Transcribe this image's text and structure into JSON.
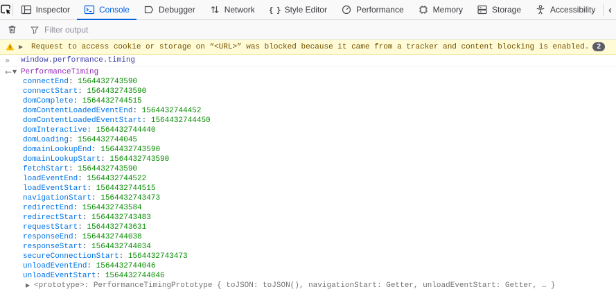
{
  "tabbar": {
    "active_tab": "Console",
    "tabs": [
      {
        "label": "Inspector"
      },
      {
        "label": "Console"
      },
      {
        "label": "Debugger"
      },
      {
        "label": "Network"
      },
      {
        "label": "Style Editor"
      },
      {
        "label": "Performance"
      },
      {
        "label": "Memory"
      },
      {
        "label": "Storage"
      },
      {
        "label": "Accessibility"
      }
    ]
  },
  "console_toolbar": {
    "filter_placeholder": "Filter output"
  },
  "icons": {
    "expand_twisty": "▶",
    "collapse_twisty": "▼",
    "command_prompt": "»",
    "result_arrow": "←",
    "style_editor_glyph": "{ }",
    "overflow_chevron": "‹"
  },
  "messages": {
    "warning": {
      "text": "Request to access cookie or storage on “<URL>” was blocked because it came from a tracker and content blocking is enabled.",
      "count_badge": "2"
    },
    "command": {
      "expression": "window.performance.timing"
    },
    "result": {
      "object_class": "PerformanceTiming",
      "properties": [
        {
          "name": "connectEnd",
          "value": "1564432743590"
        },
        {
          "name": "connectStart",
          "value": "1564432743590"
        },
        {
          "name": "domComplete",
          "value": "1564432744515"
        },
        {
          "name": "domContentLoadedEventEnd",
          "value": "1564432744452"
        },
        {
          "name": "domContentLoadedEventStart",
          "value": "1564432744450"
        },
        {
          "name": "domInteractive",
          "value": "1564432744440"
        },
        {
          "name": "domLoading",
          "value": "1564432744045"
        },
        {
          "name": "domainLookupEnd",
          "value": "1564432743590"
        },
        {
          "name": "domainLookupStart",
          "value": "1564432743590"
        },
        {
          "name": "fetchStart",
          "value": "1564432743590"
        },
        {
          "name": "loadEventEnd",
          "value": "1564432744522"
        },
        {
          "name": "loadEventStart",
          "value": "1564432744515"
        },
        {
          "name": "navigationStart",
          "value": "1564432743473"
        },
        {
          "name": "redirectEnd",
          "value": "1564432743584"
        },
        {
          "name": "redirectStart",
          "value": "1564432743483"
        },
        {
          "name": "requestStart",
          "value": "1564432743631"
        },
        {
          "name": "responseEnd",
          "value": "1564432744038"
        },
        {
          "name": "responseStart",
          "value": "1564432744034"
        },
        {
          "name": "secureConnectionStart",
          "value": "1564432743473"
        },
        {
          "name": "unloadEventEnd",
          "value": "1564432744046"
        },
        {
          "name": "unloadEventStart",
          "value": "1564432744046"
        }
      ],
      "prototype": {
        "label": "<prototype>",
        "value": "PerformanceTimingPrototype { toJSON: toJSON(), navigationStart: Getter, unloadEventStart: Getter, … }"
      }
    }
  },
  "theme": {
    "accent": "#0060df",
    "property_name": "#0074e8",
    "number_value": "#058b00",
    "object_class": "#952bb9",
    "command_text": "#4242a8",
    "warning_text": "#715100",
    "warning_bg": "#fffbd6",
    "badge_bg": "#5c5c66"
  }
}
